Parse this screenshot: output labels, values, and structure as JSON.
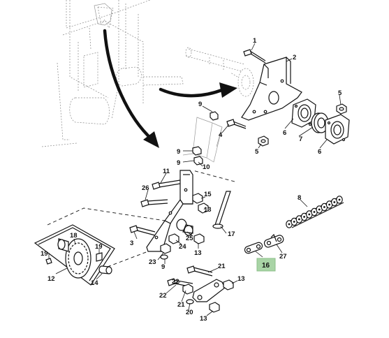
{
  "callouts": {
    "p1": "1",
    "p2": "2",
    "p3": "3",
    "p4": "4",
    "p5a": "5",
    "p5b": "5",
    "p6a": "6",
    "p6b": "6",
    "p7": "7",
    "p8": "8",
    "p9a": "9",
    "p9b": "9",
    "p9c": "9",
    "p10": "10",
    "p11": "11",
    "p12": "12",
    "p13a": "13",
    "p13b": "13",
    "p13c": "13",
    "p13d": "13",
    "p14": "14",
    "p15": "15",
    "p16": "16",
    "p17": "17",
    "p18": "18",
    "p19a": "19",
    "p19b": "19",
    "p20": "20",
    "p21a": "21",
    "p21b": "21",
    "p22a": "22",
    "p22b": "22",
    "p23": "23",
    "p24": "24",
    "p25": "25",
    "p26": "26",
    "p27": "27"
  },
  "highlight_color": "#a9d4a6"
}
